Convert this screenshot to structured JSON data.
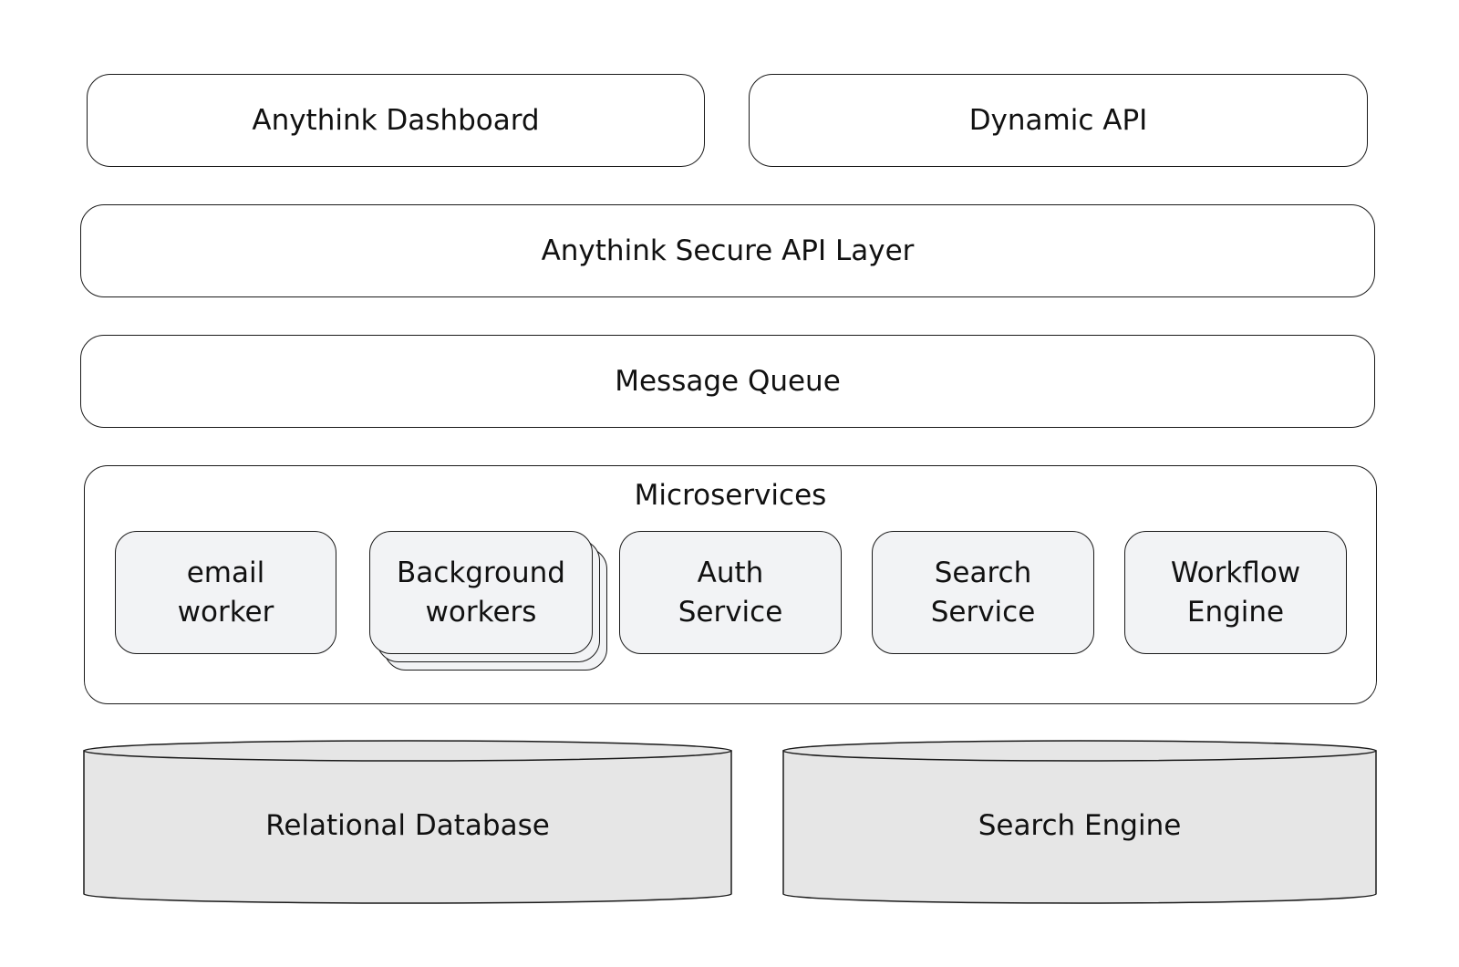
{
  "top_row": {
    "dashboard": "Anythink Dashboard",
    "dynamic_api": "Dynamic API"
  },
  "secure_layer": "Anythink Secure API Layer",
  "message_queue": "Message Queue",
  "microservices": {
    "title": "Microservices",
    "services": [
      {
        "line1": "email",
        "line2": "worker"
      },
      {
        "line1": "Background",
        "line2": "workers"
      },
      {
        "line1": "Auth",
        "line2": "Service"
      },
      {
        "line1": "Search",
        "line2": "Service"
      },
      {
        "line1": "Workflow",
        "line2": "Engine"
      }
    ]
  },
  "datastores": {
    "relational": "Relational Database",
    "search": "Search Engine"
  },
  "colors": {
    "stroke": "#1a1a1a",
    "service_fill": "#f2f3f5",
    "db_fill": "#e6e6e6",
    "background": "#ffffff"
  }
}
